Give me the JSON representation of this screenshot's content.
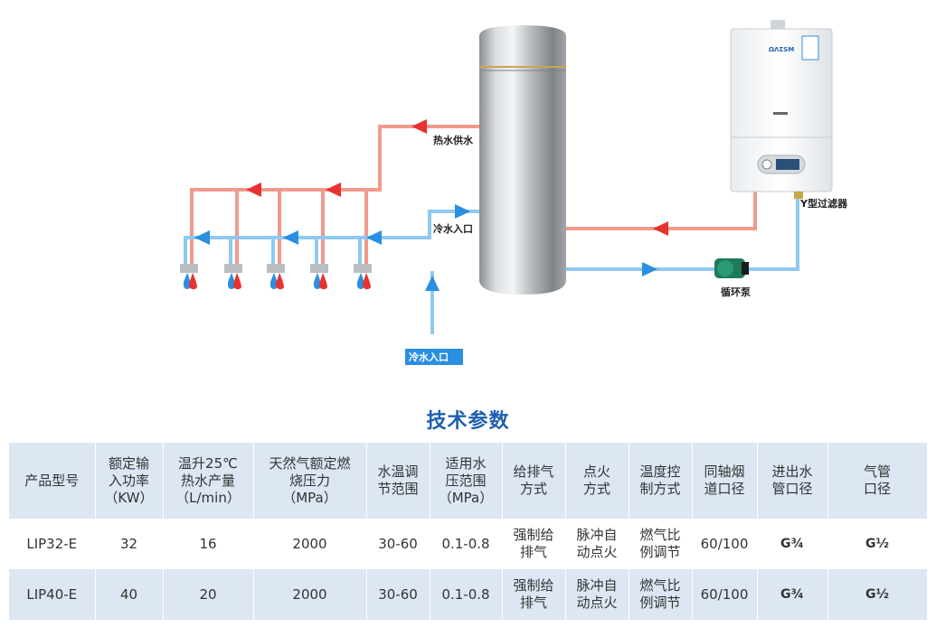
{
  "diagram": {
    "labels": {
      "hot_supply": "热水供水",
      "cold_inlet_tank": "冷水入口",
      "y_filter": "Y型过滤器",
      "pump": "循环泵",
      "cold_inlet_main": "冷水入口",
      "boiler_brand": "ΩΛΣSM"
    },
    "colors": {
      "hot": "#e8322f",
      "cold": "#2a8fe0",
      "hot_pipe": "#f3a79a",
      "cold_pipe": "#9fd0f1"
    },
    "outlet_count": 5
  },
  "title": "技术参数",
  "table": {
    "headers": [
      "产品型号",
      "额定输\n入功率\n（KW）",
      "温升25℃\n热水产量\n（L/min）",
      "天然气额定燃\n烧压力\n（MPa）",
      "水温调\n节范围",
      "适用水\n压范围\n（MPa）",
      "给排气\n方式",
      "点火\n方式",
      "温度控\n制方式",
      "同轴烟\n道口径",
      "进出水\n管口径",
      "气管\n口径"
    ],
    "rows": [
      [
        "LIP32-E",
        "32",
        "16",
        "2000",
        "30-60",
        "0.1-0.8",
        "强制给\n排气",
        "脉冲自\n动点火",
        "燃气比\n例调节",
        "60/100",
        "G¾",
        "G½"
      ],
      [
        "LIP40-E",
        "40",
        "20",
        "2000",
        "30-60",
        "0.1-0.8",
        "强制给\n排气",
        "脉冲自\n动点火",
        "燃气比\n例调节",
        "60/100",
        "G¾",
        "G½"
      ]
    ]
  }
}
